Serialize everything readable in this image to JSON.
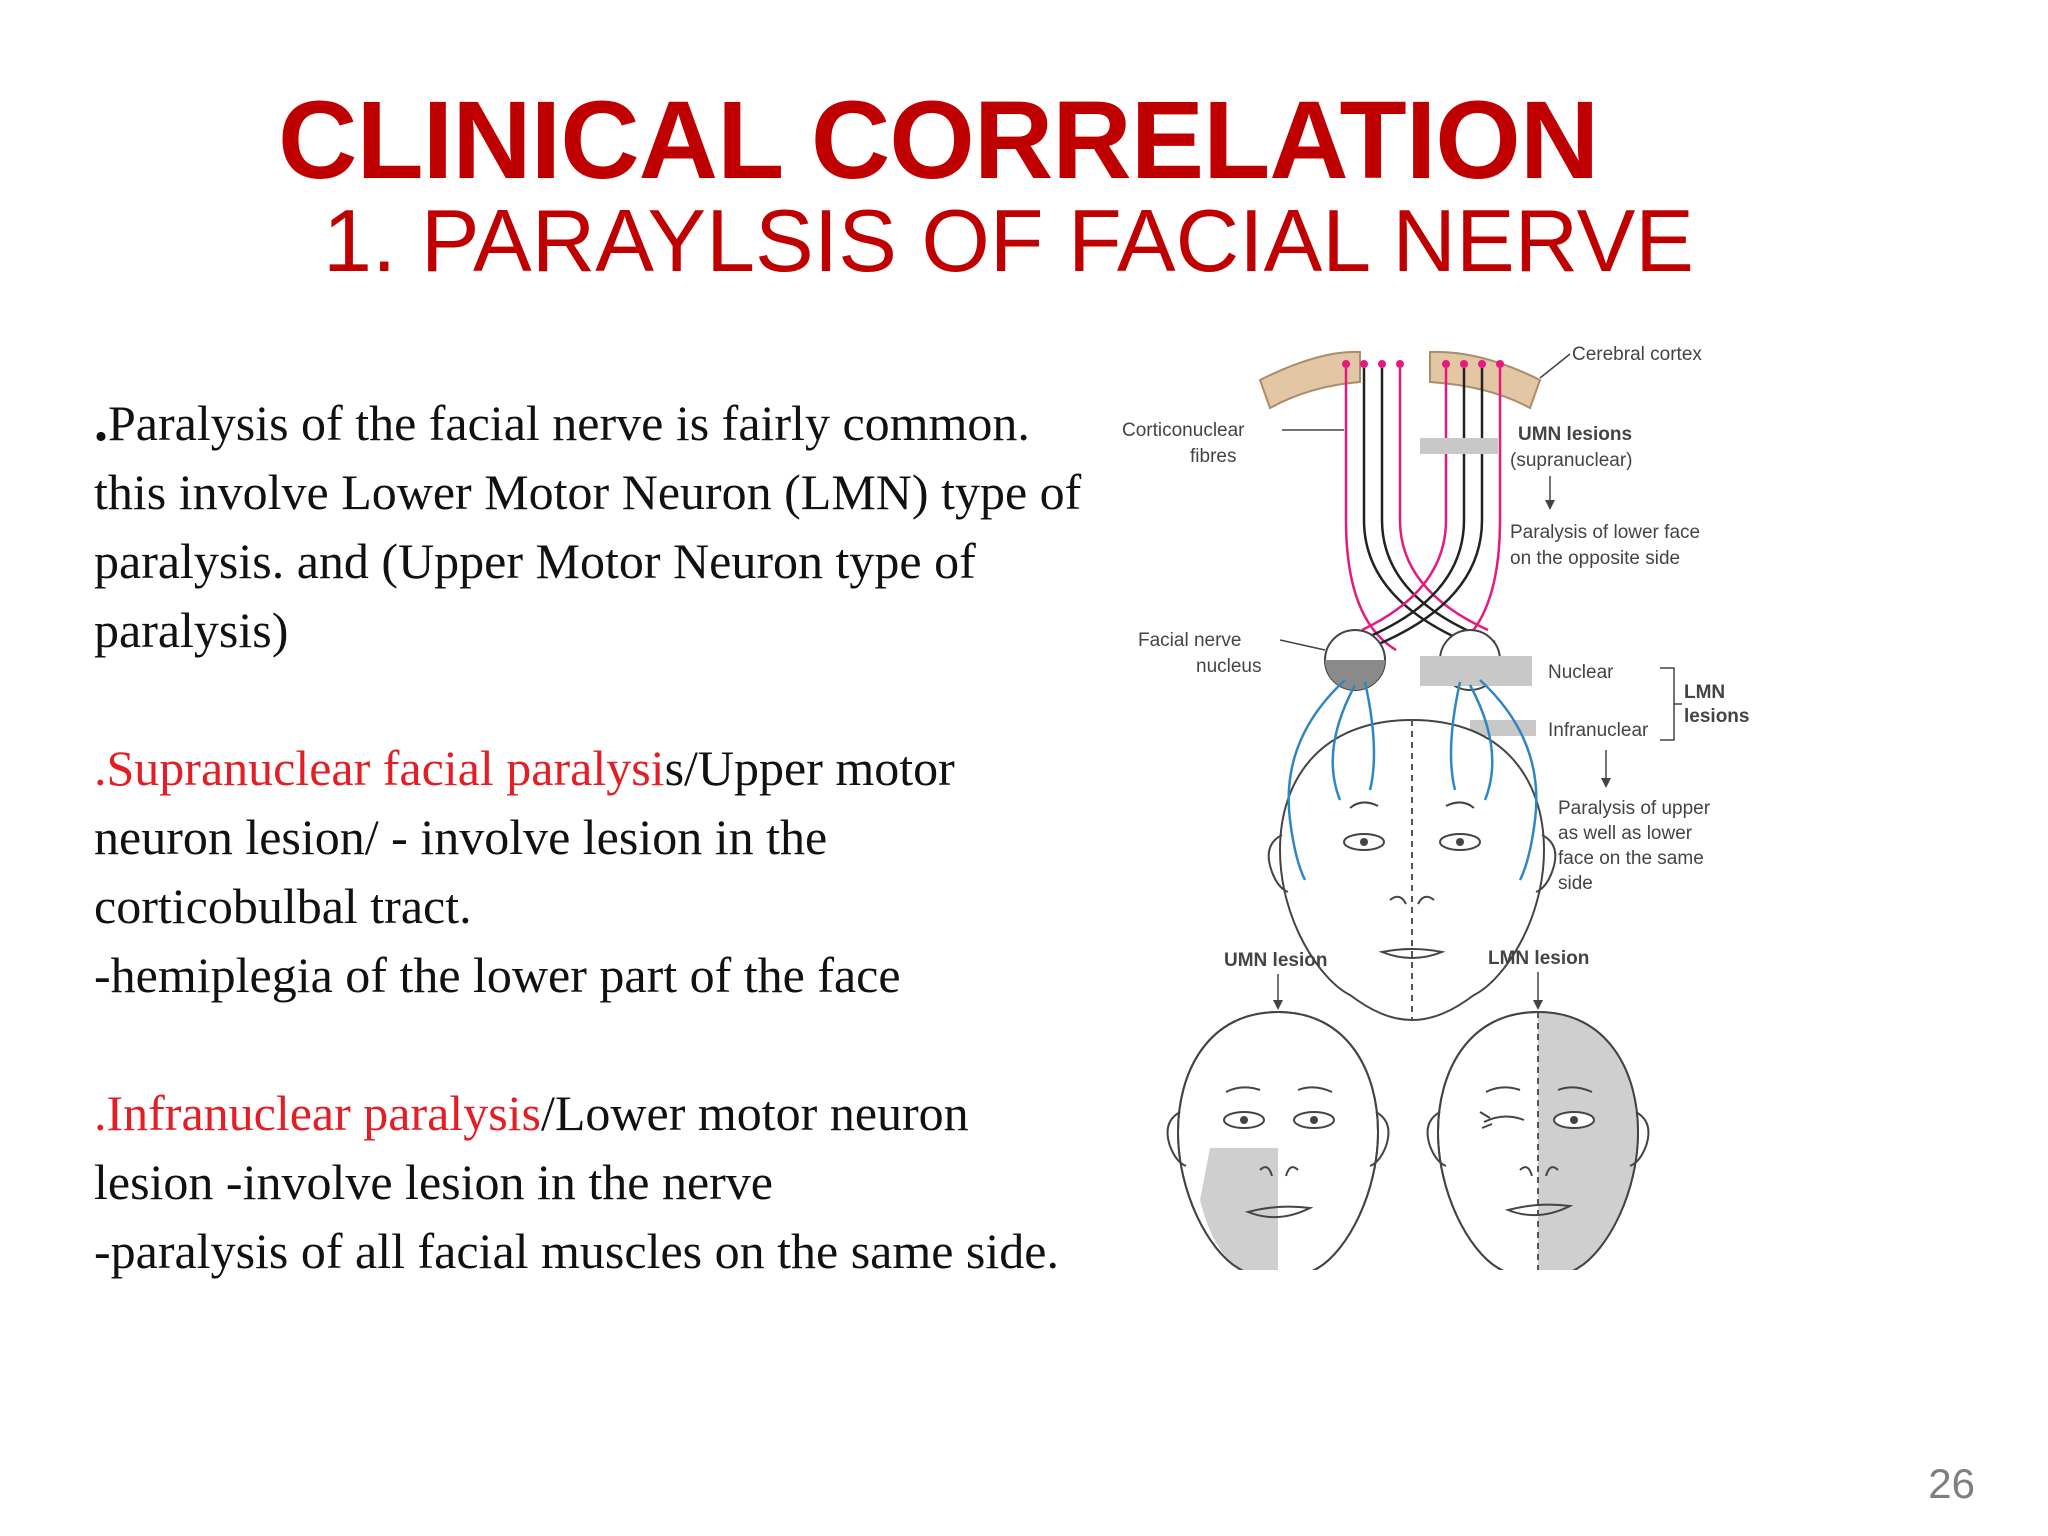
{
  "slide": {
    "title": "CLINICAL CORRELATION",
    "subtitle": "1. PARAYLSIS OF FACIAL NERVE",
    "page_number": "26"
  },
  "body": {
    "intro": {
      "lead": ".",
      "text": "Paralysis of the facial nerve is fairly common.  this involve  Lower Motor Neuron (LMN) type of paralysis.  and (Upper Motor Neuron type of paralysis)"
    },
    "supranuclear": {
      "highlight": ".Supranuclear facial paralysi",
      "rest": "s/Upper motor neuron lesion/ - involve lesion in the corticobulbal tract.",
      "detail": "-hemiplegia of the lower part of the face"
    },
    "infranuclear": {
      "highlight": ".Infranuclear paralysis",
      "rest": "/Lower motor neuron lesion -involve lesion in the nerve",
      "detail": "-paralysis of all facial muscles on the same side."
    }
  },
  "diagram": {
    "labels": {
      "cerebral_cortex": "Cerebral cortex",
      "corticonuclear_1": "Corticonuclear",
      "corticonuclear_2": "fibres",
      "umn_lesions_1": "UMN lesions",
      "umn_lesions_2": "(supranuclear)",
      "paralysis_lower_1": "Paralysis of lower face",
      "paralysis_lower_2": "on the opposite side",
      "facial_nucleus_1": "Facial nerve",
      "facial_nucleus_2": "nucleus",
      "nuclear": "Nuclear",
      "infranuclear": "Infranuclear",
      "lmn_1": "LMN",
      "lmn_2": "lesions",
      "paralysis_upper_1": "Paralysis of upper",
      "paralysis_upper_2": "as well as lower",
      "paralysis_upper_3": "face on the same",
      "paralysis_upper_4": "side",
      "umn_lesion": "UMN lesion",
      "lmn_lesion": "LMN lesion"
    },
    "colors": {
      "cortex": "#e3c7a4",
      "upper_fibre": "#e6197e",
      "lower_fibre": "#222222",
      "lmn_nerve": "#2f86c1",
      "lesion_shade": "#c8c8c8",
      "paralysis_shade": "#cfcfcf"
    }
  }
}
